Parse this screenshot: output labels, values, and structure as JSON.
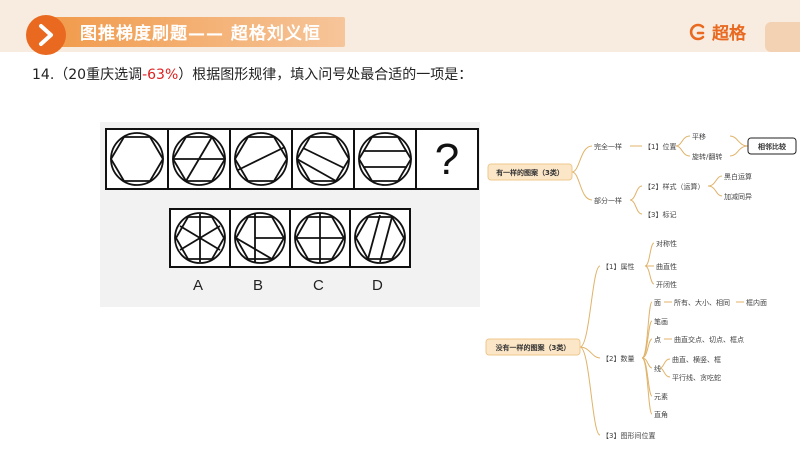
{
  "header": {
    "title": "图推梯度刷题—— 超格刘义恒",
    "brand": "超格"
  },
  "question": {
    "number": "14.",
    "source_open": "（20重庆选调",
    "rate": "-63%",
    "source_close": "）",
    "text": "根据图形规律，填入问号处最合适的一项是："
  },
  "puzzle": {
    "question_mark": "?",
    "options": [
      "A",
      "B",
      "C",
      "D"
    ]
  },
  "mindmap_top": {
    "root": "有一样的图案（3类）",
    "branch1": "完全一样",
    "branch1_child": "【1】位置",
    "pos_items": [
      "平移",
      "旋转/翻转"
    ],
    "compare": "相邻比较",
    "branch2": "部分一样",
    "style": "【2】样式（运算）",
    "style_items": [
      "黑白运算",
      "加减同异"
    ],
    "mark": "【3】标记"
  },
  "mindmap_bottom": {
    "root": "没有一样的图案（3类）",
    "attr": "【1】属性",
    "attr_items": [
      "对称性",
      "曲直性",
      "开闭性"
    ],
    "count": "【2】数量",
    "face": "面",
    "face_detail": "所有、大小、相同",
    "face_extra": "框内面",
    "stroke": "笔画",
    "point": "点",
    "point_detail": "曲直交点、切点、框点",
    "line": "线",
    "line_items": [
      "曲直、横竖、框",
      "平行线、贪吃蛇"
    ],
    "element": "元素",
    "angle": "直角",
    "position": "【3】图形间位置"
  }
}
